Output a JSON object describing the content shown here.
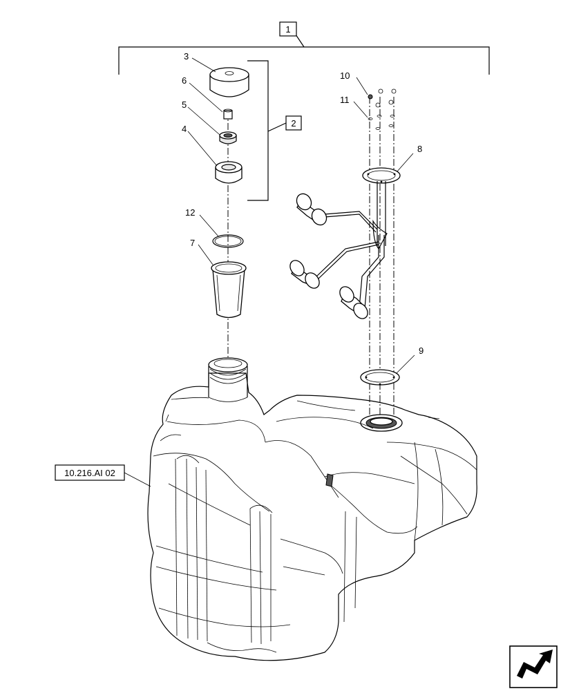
{
  "callouts": {
    "c1": "1",
    "c2": "2",
    "c3": "3",
    "c4": "4",
    "c5": "5",
    "c6": "6",
    "c7": "7",
    "c8": "8",
    "c9": "9",
    "c10": "10",
    "c11": "11",
    "c12": "12"
  },
  "reference_label": "10.216.AI 02",
  "icons": {
    "nav": "navigation-arrow-icon"
  }
}
